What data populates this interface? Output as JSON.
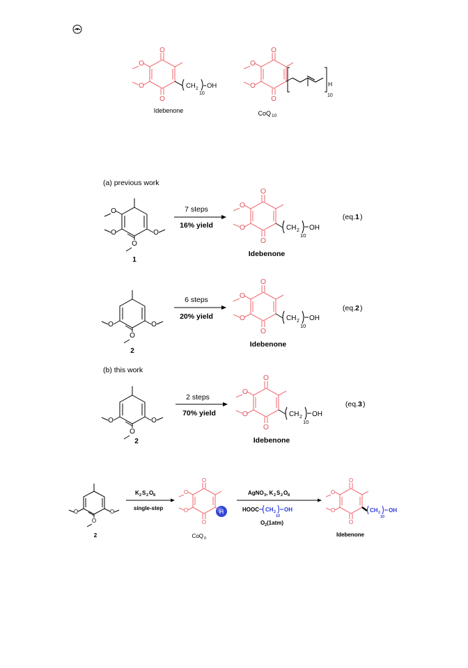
{
  "figure1": {
    "logo_icon": "copyright-like-circle-icon",
    "chain_left": "CH",
    "chain_sub_left": "2",
    "chain_n_left": "10",
    "chain_end_left": "OH",
    "name_left": "Idebenone",
    "name_right_main": "CoQ",
    "name_right_sub": "10",
    "isoprene_h": "H",
    "isoprene_n": "10"
  },
  "scheme_a": {
    "header": "(a) previous work",
    "eq1": {
      "steps": "7 steps",
      "yield": "16% yield",
      "compound": "1",
      "product": "Idebenone",
      "eq_pre": "(eq. ",
      "eq_num": "1",
      "eq_post": ")"
    },
    "eq2": {
      "steps": "6 steps",
      "yield": "20% yield",
      "compound": "2",
      "product": "Idebenone",
      "eq_pre": "(eq. ",
      "eq_num": "2",
      "eq_post": ")"
    }
  },
  "scheme_b": {
    "header": "(b) this work",
    "eq3": {
      "steps": "2 steps",
      "yield": "70% yield",
      "compound": "2",
      "product": "Idebenone",
      "eq_pre": "(eq. ",
      "eq_num": "3",
      "eq_post": ")"
    }
  },
  "chain_labels": {
    "ch": "CH",
    "sub2": "2",
    "n": "10",
    "oh": "OH"
  },
  "scheme_bottom": {
    "compound": "2",
    "reagent1_main": "K",
    "reagent1_s1": "2",
    "reagent1_mid": "S",
    "reagent1_s2": "2",
    "reagent1_o": "O",
    "reagent1_s3": "8",
    "condition1": "single-step",
    "intermediate_main": "CoQ",
    "intermediate_sub": "0",
    "h_label": "H",
    "reagent2_a": "AgNO",
    "reagent2_a_sub": "3",
    "reagent2_b": ", K",
    "reagent2_b_sub": "2",
    "reagent2_c": "S",
    "reagent2_c_sub": "2",
    "reagent2_d": "O",
    "reagent2_d_sub": "8",
    "acid_pre": "HOOC",
    "acid_ch": "CH",
    "acid_sub2": "2",
    "acid_n": "10",
    "acid_oh": "OH",
    "oxygen_main": "O",
    "oxygen_sub": "2",
    "oxygen_post": " (1atm)",
    "product": "Idebenone"
  },
  "colors": {
    "quinone_red": "#f07178",
    "chain_blue": "#2a3ad8",
    "text": "#000000"
  }
}
